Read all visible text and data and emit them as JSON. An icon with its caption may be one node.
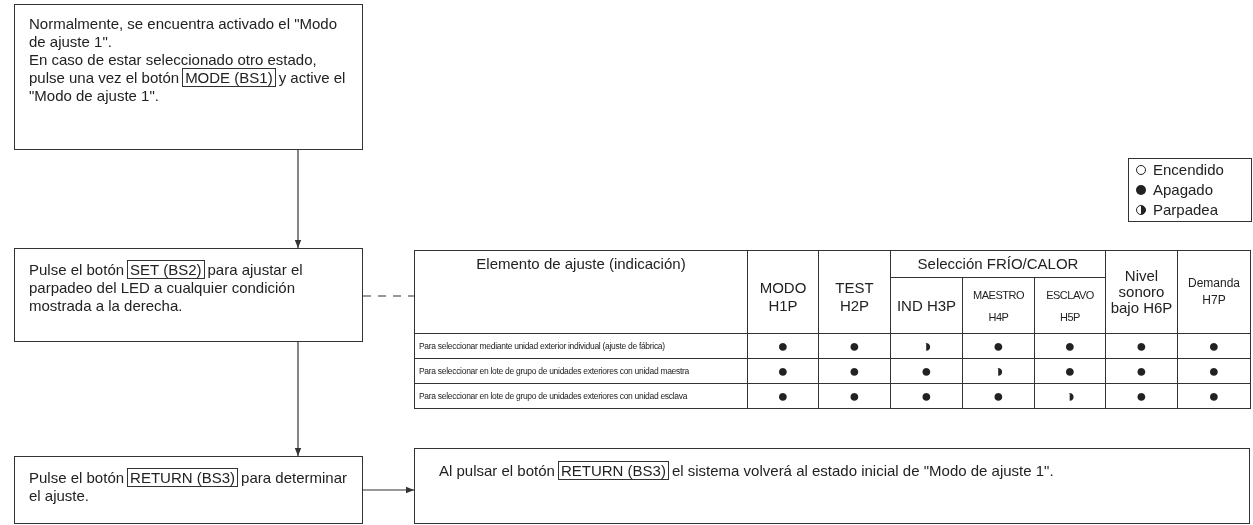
{
  "diagram": {
    "nodes": [
      {
        "text": [
          "Normalmente, se encuentra activado el \"Modo de ajuste 1\".",
          "En caso de estar seleccionado otro estado, pulse una vez el botón",
          "MODE (BS1)",
          "y active el \"Modo de ajuste 1\"."
        ]
      },
      {
        "text": [
          "Pulse el botón",
          "SET (BS2)",
          "para ajustar el parpadeo del LED a cualquier condición mostrada a la derecha."
        ]
      },
      {
        "text": [
          "Elemento de ajuste (indicación)",
          "MODO H1P",
          "TEST H2P",
          "Selección FRÍO/CALOR",
          "Nivel sonoro bajo H6P",
          "Demanda H7P",
          "IND H3P",
          "MAESTRO H4P",
          "ESCLAVO H5P",
          "Para seleccionar mediante unidad exterior individual (ajuste de fábrica)",
          "●",
          "●",
          "◑",
          "●",
          "●",
          "●",
          "●",
          "Para seleccionar en lote de grupo de unidades exteriores con unidad maestra",
          "●",
          "●",
          "●",
          "◑",
          "●",
          "●",
          "●",
          "Para seleccionar en lote de grupo de unidades exteriores con unidad esclava",
          "●",
          "●",
          "●",
          "●",
          "◑",
          "●",
          "●"
        ]
      },
      {
        "text": [
          "Pulse el botón",
          "RETURN (BS3)",
          "para determinar el ajuste."
        ]
      },
      {
        "text": [
          "Al pulsar el botón",
          "RETURN (BS3)",
          "el sistema volverá al estado inicial de \"Modo de ajuste 1\"."
        ]
      }
    ],
    "edges": [
      {
        "from": 0,
        "to": 1,
        "arrow": "to"
      },
      {
        "from": 1,
        "to": 3,
        "arrow": "to"
      },
      {
        "from": 1,
        "to": 2,
        "arrow": "none",
        "style": "dashed"
      },
      {
        "from": 3,
        "to": 4,
        "arrow": "to"
      }
    ],
    "legend": [
      {
        "text": "Encendido"
      },
      {
        "text": "Apagado"
      },
      {
        "text": "Parpadea"
      }
    ]
  }
}
